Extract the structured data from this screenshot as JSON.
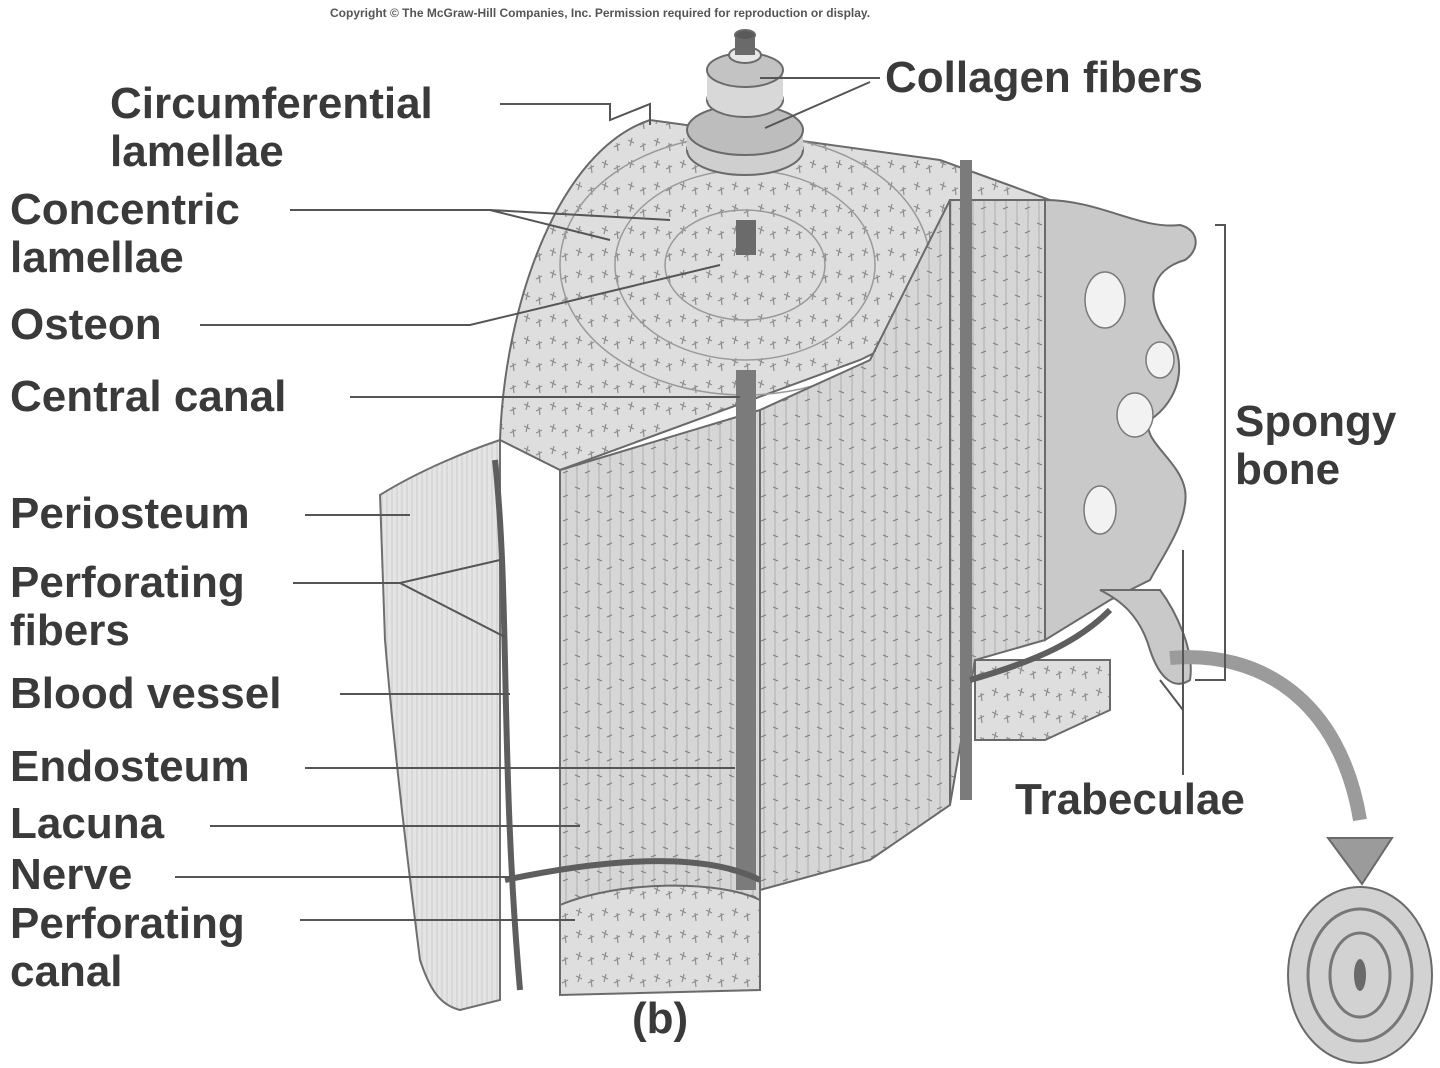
{
  "copyright": "Copyright © The McGraw-Hill Companies, Inc. Permission required for reproduction or display.",
  "panel_label": "(b)",
  "labels": {
    "circumferential_lamellae": "Circumferential\nlamellae",
    "concentric_lamellae": "Concentric\nlamellae",
    "osteon": "Osteon",
    "central_canal": "Central canal",
    "periosteum": "Periosteum",
    "perforating_fibers": "Perforating\nfibers",
    "blood_vessel": "Blood vessel",
    "endosteum": "Endosteum",
    "lacuna": "Lacuna",
    "nerve": "Nerve",
    "perforating_canal": "Perforating\ncanal",
    "collagen_fibers": "Collagen fibers",
    "spongy_bone": "Spongy\nbone",
    "trabeculae": "Trabeculae"
  },
  "colors": {
    "text": "#3a3a3a",
    "bone": "#d9d9d9",
    "line": "#555555",
    "dark": "#8a8a8a"
  }
}
